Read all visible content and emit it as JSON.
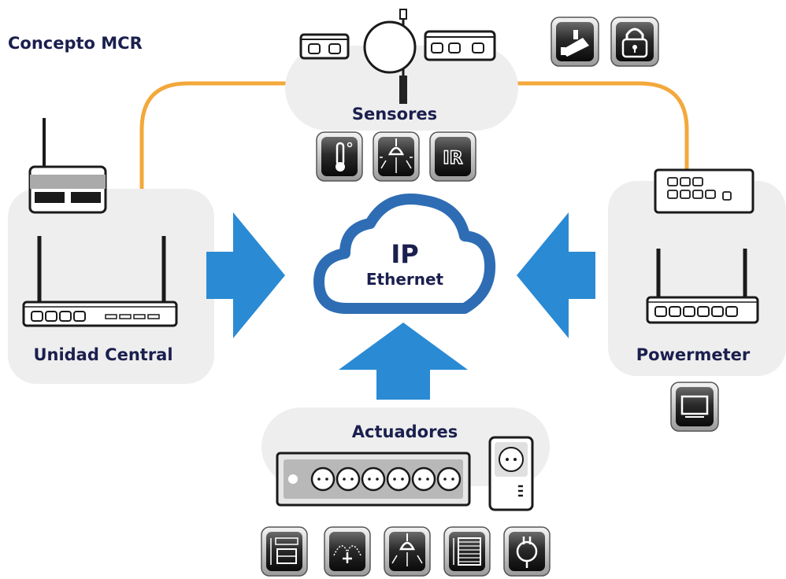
{
  "title": "Concepto MCR",
  "cloud": {
    "line1": "IP",
    "line2": "Ethernet"
  },
  "groups": {
    "unidad_central": "Unidad Central",
    "sensores": "Sensores",
    "powermeter": "Powermeter",
    "actuadores": "Actuadores"
  },
  "sensor_badge_ir": "IR",
  "icons": {
    "sensores": [
      "thermometer-icon",
      "light-icon",
      "ir-icon"
    ],
    "top_right": [
      "camera-icon",
      "lock-icon"
    ],
    "powermeter": [
      "tv-icon"
    ],
    "actuadores": [
      "blind-icon",
      "irrigation-icon",
      "light-icon",
      "shutter-icon",
      "plug-icon"
    ]
  },
  "colors": {
    "title": "#1a1f4e",
    "arrow": "#2a8ad4",
    "cloud": "#2e6db4",
    "link": "#f3a83b",
    "panel": "#eeeeee"
  }
}
